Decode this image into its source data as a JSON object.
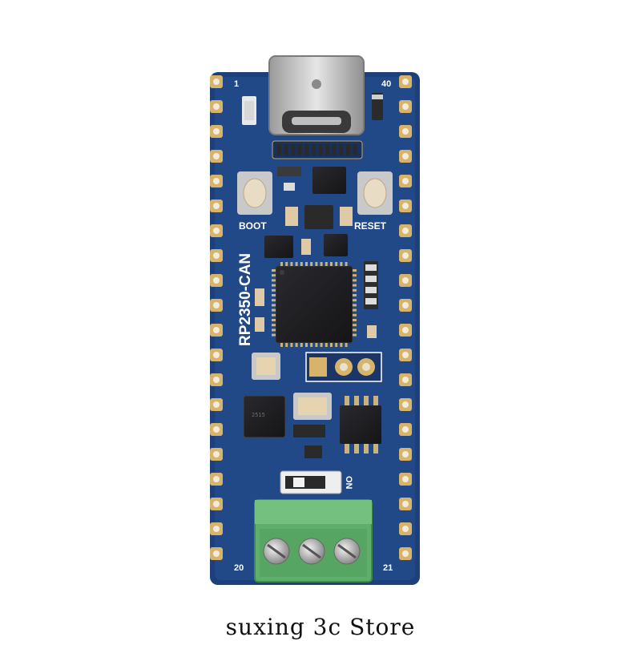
{
  "board": {
    "name": "RP2350-CAN",
    "boot_label": "BOOT",
    "reset_label": "RESET",
    "pin_1": "1",
    "pin_40": "40",
    "pin_20": "20",
    "pin_21": "21",
    "switch_label": "ON",
    "colors": {
      "pcb": "#1d3f7a",
      "pad": "#d8b46a",
      "terminal": "#5fae6c",
      "usb": "#c9c9c9"
    }
  },
  "caption": "suxing 3c Store"
}
